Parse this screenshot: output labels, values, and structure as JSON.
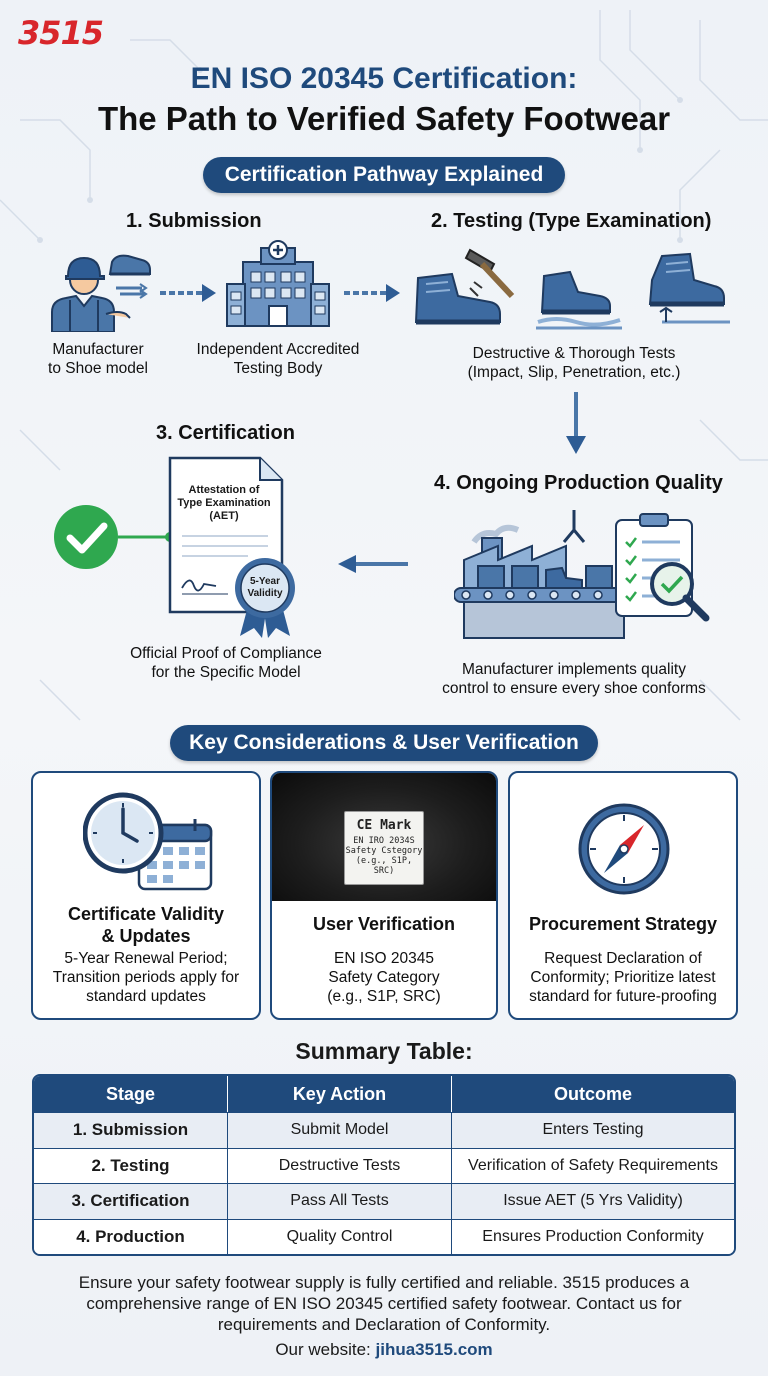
{
  "brand": {
    "logo": "3515"
  },
  "header": {
    "title_line1": "EN ISO 20345 Certification:",
    "title_line2": "The Path to Verified Safety Footwear"
  },
  "pathway": {
    "banner": "Certification Pathway Explained",
    "step1": {
      "title": "1. Submission",
      "caption_a": "Manufacturer",
      "caption_b": "to Shoe model",
      "body_caption_a": "Independent Accredited",
      "body_caption_b": "Testing Body"
    },
    "step2": {
      "title": "2. Testing (Type Examination)",
      "caption_a": "Destructive & Thorough Tests",
      "caption_b": "(Impact, Slip, Penetration, etc.)"
    },
    "step3": {
      "title": "3. Certification",
      "doc_line1": "Attestation of",
      "doc_line2": "Type Examination",
      "doc_line3": "(AET)",
      "seal_line1": "5-Year",
      "seal_line2": "Validity",
      "caption_a": "Official Proof of Compliance",
      "caption_b": "for the Specific Model"
    },
    "step4": {
      "title": "4. Ongoing Production Quality",
      "caption_a": "Manufacturer implements quality",
      "caption_b": "control to ensure every shoe conforms"
    }
  },
  "considerations": {
    "banner": "Key Considerations & User Verification",
    "cards": [
      {
        "title_a": "Certificate Validity",
        "title_b": "& Updates",
        "text_a": "5-Year Renewal Period;",
        "text_b": "Transition periods apply for",
        "text_c": "standard updates"
      },
      {
        "title": "User Verification",
        "label_line1": "CE Mark",
        "label_line2": "EN IRO 2034S",
        "label_line3": "Safety Cstegory",
        "label_line4": "(e.g., S1P, SRC)",
        "text_a": "EN ISO 20345",
        "text_b": "Safety Category",
        "text_c": "(e.g., S1P, SRC)"
      },
      {
        "title": "Procurement Strategy",
        "text_a": "Request Declaration of",
        "text_b": "Conformity; Prioritize latest",
        "text_c": "standard for future-proofing"
      }
    ]
  },
  "summary": {
    "title": "Summary Table:",
    "headers": [
      "Stage",
      "Key Action",
      "Outcome"
    ],
    "rows": [
      [
        "1. Submission",
        "Submit Model",
        "Enters Testing"
      ],
      [
        "2. Testing",
        "Destructive Tests",
        "Verification of Safety Requirements"
      ],
      [
        "3. Certification",
        "Pass All Tests",
        "Issue AET (5 Yrs Validity)"
      ],
      [
        "4. Production",
        "Quality Control",
        "Ensures Production Conformity"
      ]
    ]
  },
  "footer": {
    "line1": "Ensure your safety footwear supply is fully certified and reliable. 3515 produces a",
    "line2": "comprehensive range of EN ISO 20345 certified safety footwear. Contact us for",
    "line3": "requirements and Declaration of Conformity.",
    "website_label": "Our website:",
    "website_url": "jihua3515.com"
  },
  "colors": {
    "navy": "#1f4a7c",
    "brand_red": "#d8262b",
    "check_green": "#2fa84f"
  }
}
